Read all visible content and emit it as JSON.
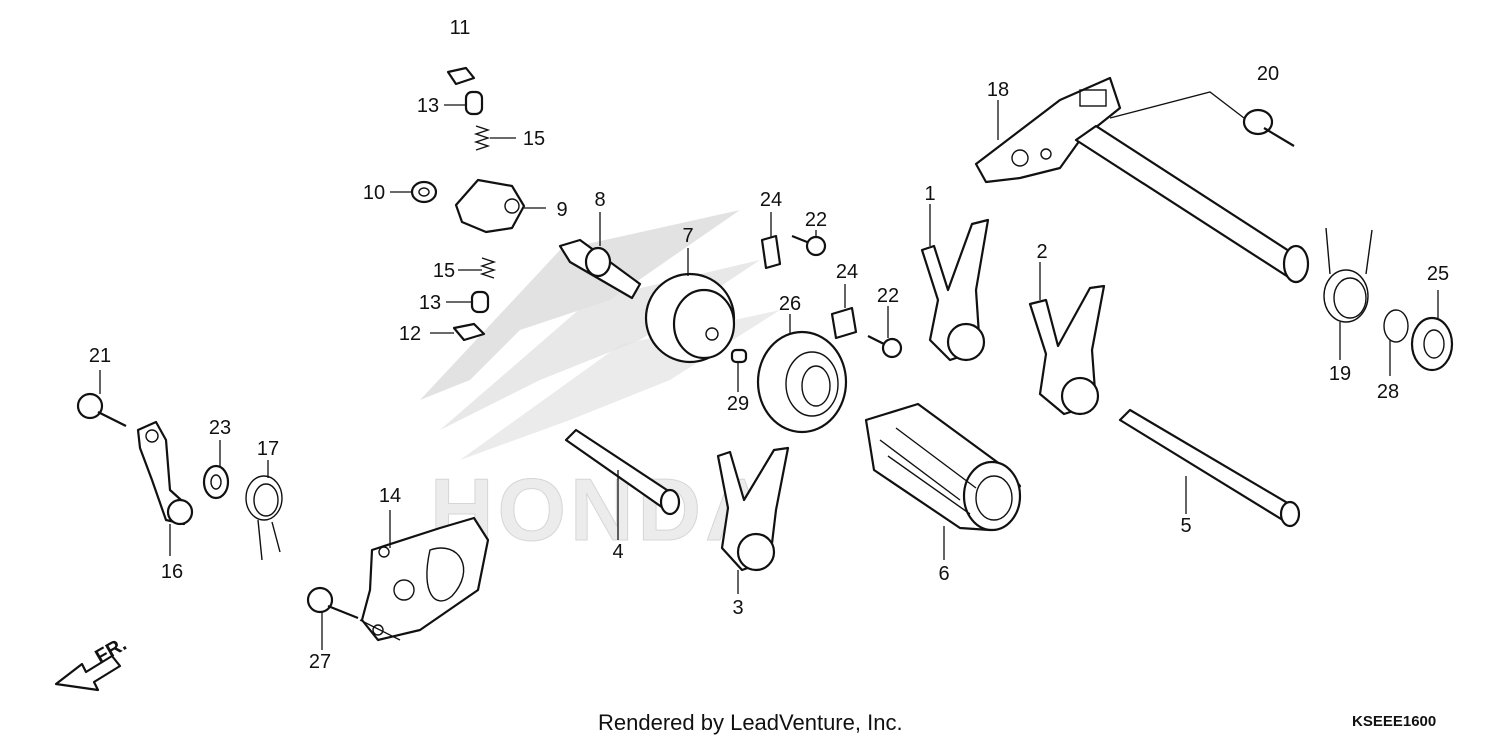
{
  "diagram": {
    "watermark": "HONDA",
    "direction_label": "FR.",
    "credit": "Rendered by LeadVenture, Inc.",
    "code": "KSEEE1600",
    "callouts": [
      "11",
      "13",
      "15",
      "10",
      "9",
      "8",
      "7",
      "24",
      "22",
      "24",
      "22",
      "18",
      "20",
      "1",
      "2",
      "15",
      "13",
      "12",
      "26",
      "29",
      "21",
      "23",
      "17",
      "16",
      "14",
      "4",
      "3",
      "6",
      "5",
      "19",
      "28",
      "25",
      "27"
    ]
  }
}
